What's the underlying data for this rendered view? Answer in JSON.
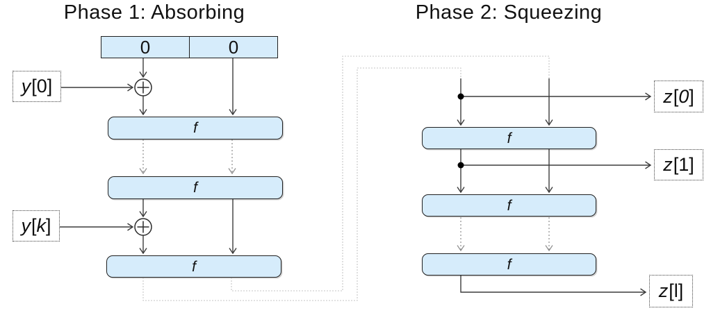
{
  "phase1": {
    "title": "Phase 1: Absorbing",
    "state_cells": [
      "0",
      "0"
    ],
    "f_label": "f",
    "inputs": {
      "y0": {
        "var": "y",
        "open": "[",
        "index": "0",
        "close": "]"
      },
      "yk": {
        "var": "y",
        "open": "[",
        "index": "k",
        "close": "]"
      }
    }
  },
  "phase2": {
    "title": "Phase 2: Squeezing",
    "f_label": "f",
    "outputs": {
      "z0": {
        "var": "z",
        "open": "[",
        "index": "0",
        "close": "]"
      },
      "z1": {
        "var": "z",
        "open": "[",
        "index": "1",
        "close": "]"
      },
      "zl": {
        "var": "z",
        "open": "[",
        "index": "l",
        "close": "]"
      }
    }
  },
  "symbols": {
    "xor": "circled-plus"
  },
  "colors": {
    "box_fill": "#d6ecfb",
    "box_border": "#1f1f1f",
    "arrow": "#3b3b3b",
    "dashed_arrow": "#8d8d8d",
    "feedback_connector": "#c5c5c5",
    "junction_dot": "#000000"
  }
}
